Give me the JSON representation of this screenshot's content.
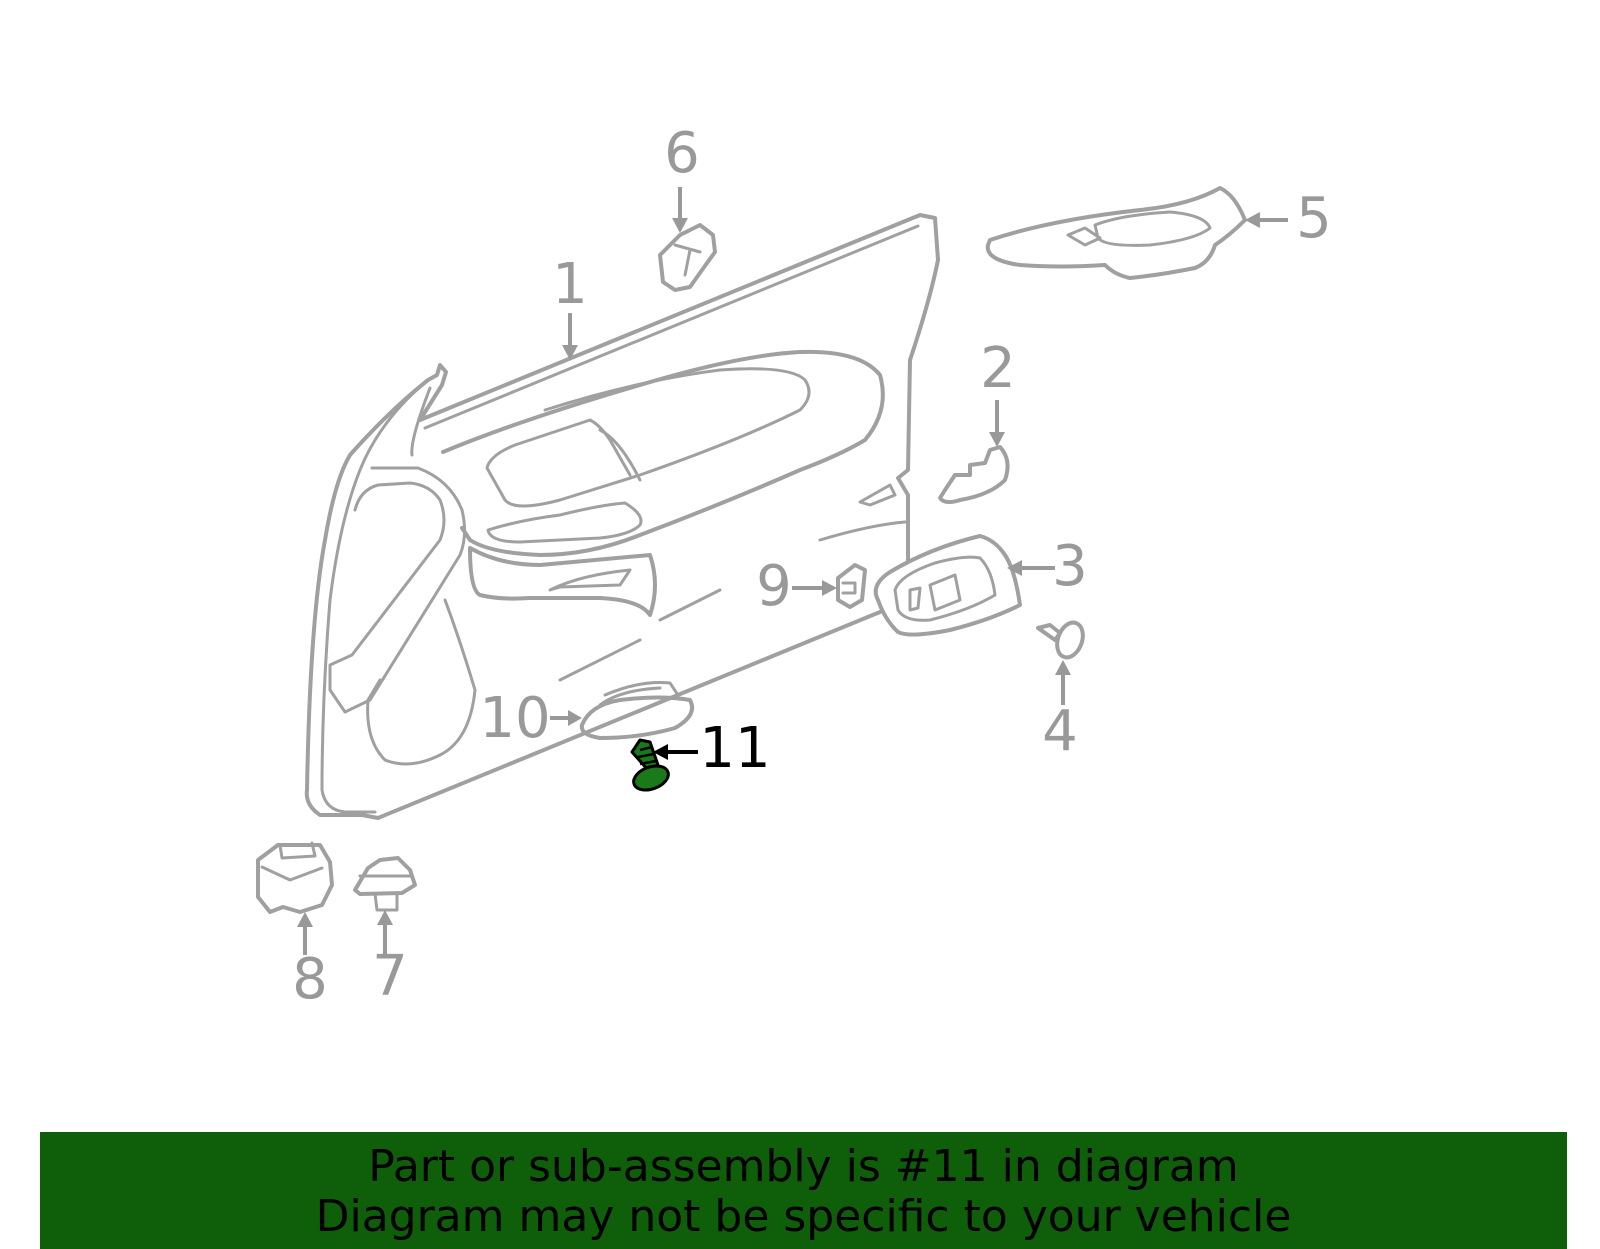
{
  "colors": {
    "line": "#a0a0a0",
    "label": "#999999",
    "highlight_fill": "#1a7a1a",
    "highlight_label": "#000000",
    "banner_bg": "#0f5e0a",
    "banner_text": "#000000"
  },
  "callouts": [
    {
      "id": "1",
      "label": "1"
    },
    {
      "id": "2",
      "label": "2"
    },
    {
      "id": "3",
      "label": "3"
    },
    {
      "id": "4",
      "label": "4"
    },
    {
      "id": "5",
      "label": "5"
    },
    {
      "id": "6",
      "label": "6"
    },
    {
      "id": "7",
      "label": "7"
    },
    {
      "id": "8",
      "label": "8"
    },
    {
      "id": "9",
      "label": "9"
    },
    {
      "id": "10",
      "label": "10"
    },
    {
      "id": "11",
      "label": "11",
      "highlighted": true
    }
  ],
  "banner": {
    "line1": "Part or sub-assembly is #11 in diagram",
    "line2": "Diagram may not be specific to your vehicle"
  }
}
